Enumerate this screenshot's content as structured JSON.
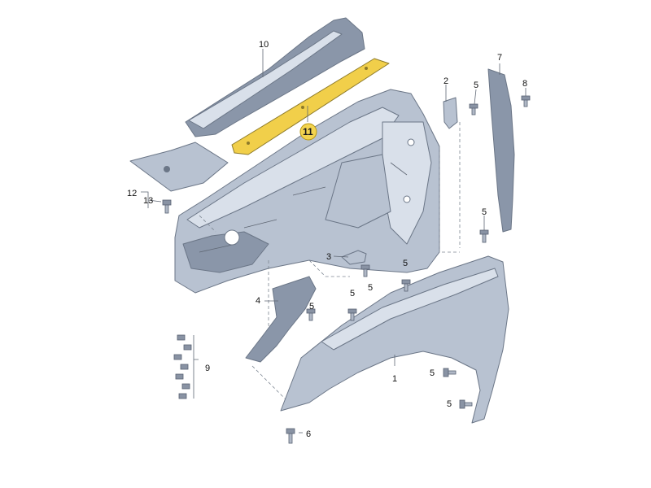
{
  "diagram": {
    "callouts": [
      {
        "key": "fender",
        "text": "1"
      },
      {
        "key": "bracket-top",
        "text": "2"
      },
      {
        "key": "bracket-center",
        "text": "3"
      },
      {
        "key": "bracket-lower",
        "text": "4"
      },
      {
        "key": "bolt",
        "text": "5"
      },
      {
        "key": "stud",
        "text": "6"
      },
      {
        "key": "seal-vertical",
        "text": "7"
      },
      {
        "key": "clip-top-right",
        "text": "8"
      },
      {
        "key": "bolt-set",
        "text": "9"
      },
      {
        "key": "cover-upper",
        "text": "10"
      },
      {
        "key": "reinforcement-highlighted",
        "text": "11"
      },
      {
        "key": "panel-left",
        "text": "12"
      },
      {
        "key": "clip-left",
        "text": "13"
      }
    ],
    "highlight_color": "#f1cf4a",
    "part_color": "#b8c2d1"
  }
}
